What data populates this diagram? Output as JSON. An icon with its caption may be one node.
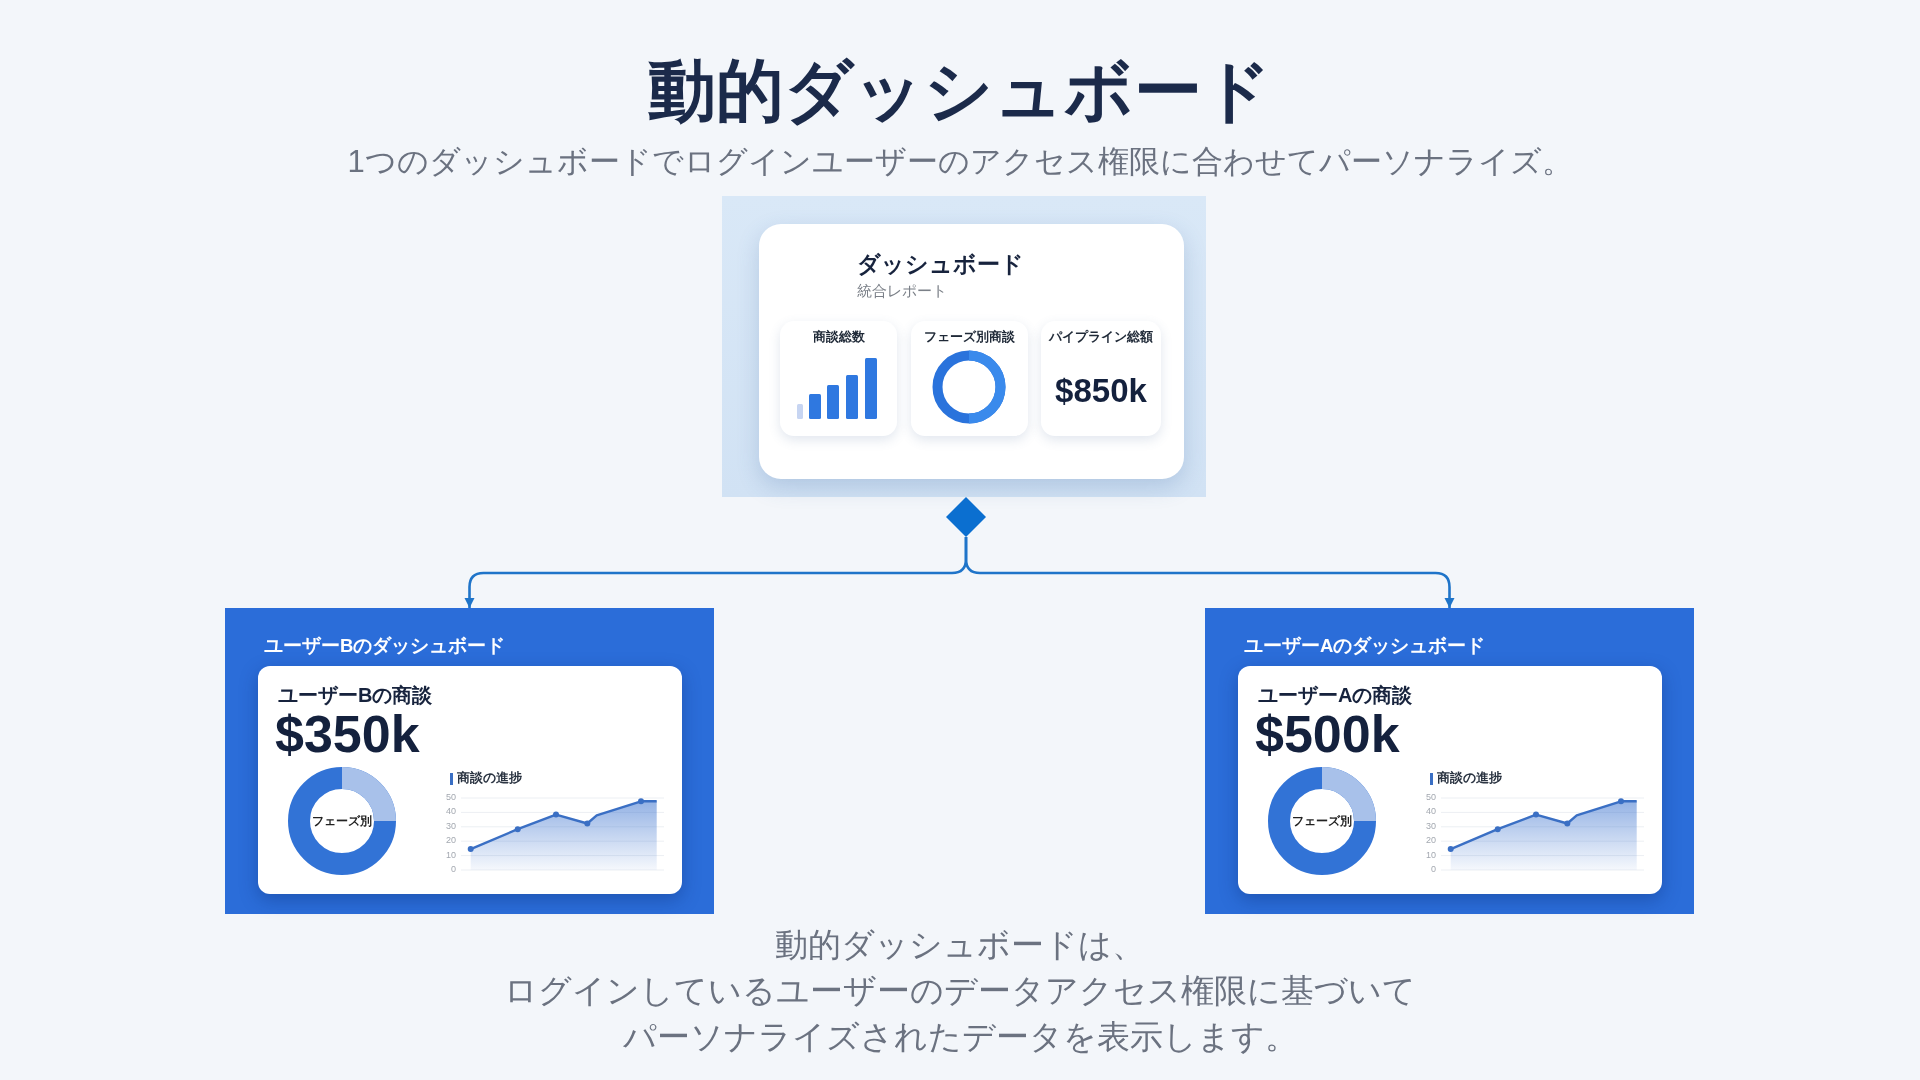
{
  "diagram": {
    "title": "動的ダッシュボード",
    "caption": "動的ダッシュボードは、ログインしているユーザーのデータアクセス権限に基づいてパーソナライズされたデータを表示します。",
    "nodes": [
      {
        "text": [],
        "shape": "box"
      },
      {
        "text": [
          "ダッシュボード",
          "統合レポート"
        ],
        "in": 0
      },
      {
        "text": [
          "商談総数"
        ],
        "in": 1
      },
      {
        "text": [
          "フェーズ別商談"
        ],
        "in": 1
      },
      {
        "text": [
          "パイプライン総額",
          "$850k"
        ],
        "in": 1
      },
      {
        "text": [],
        "shape": "diamond"
      },
      {
        "text": [
          "ユーザーBのダッシュボード"
        ]
      },
      {
        "text": [
          "ユーザーBの商談",
          "$350k",
          "フェーズ別",
          "商談の進捗"
        ],
        "in": 6
      },
      {
        "text": [
          "ユーザーAのダッシュボード"
        ]
      },
      {
        "text": [
          "ユーザーAの商談",
          "$500k",
          "フェーズ別",
          "商談の進捗"
        ],
        "in": 8
      }
    ],
    "edges": [
      {
        "from": 5,
        "to": 6,
        "arrow": "to"
      },
      {
        "from": 5,
        "to": 8,
        "arrow": "to"
      }
    ],
    "labels": [
      "1つのダッシュボードでログインユーザーのアクセス権限に合わせてパーソナライズ。",
      "50",
      "40",
      "30",
      "20",
      "10",
      "0",
      "50",
      "40",
      "30",
      "20",
      "10",
      "0"
    ]
  }
}
